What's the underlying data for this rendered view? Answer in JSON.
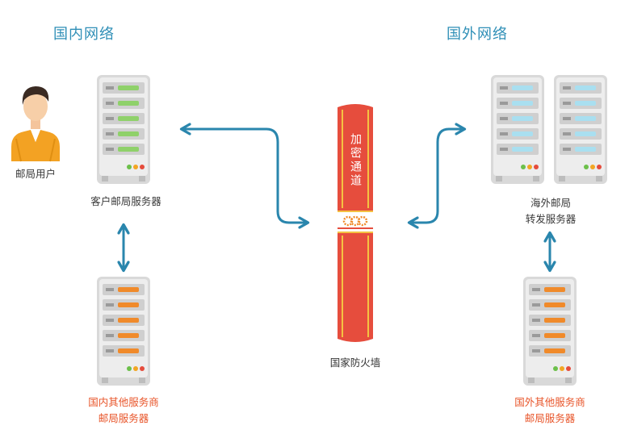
{
  "sections": {
    "domestic_title": "国内网络",
    "foreign_title": "国外网络"
  },
  "nodes": {
    "user_label": "邮局用户",
    "client_server_label": "客户邮局服务器",
    "domestic_other_line1": "国内其他服务商",
    "domestic_other_line2": "邮局服务器",
    "overseas_relay_line1": "海外邮局",
    "overseas_relay_line2": "转发服务器",
    "foreign_other_line1": "国外其他服务商",
    "foreign_other_line2": "邮局服务器",
    "firewall_label": "国家防火墙",
    "tunnel_label": "加密通道"
  },
  "colors": {
    "title": "#2f8fb7",
    "arrow": "#2a86ad",
    "server_body": "#e4e4e4",
    "bar_green": "#8fd16a",
    "bar_orange": "#f08a2a",
    "bar_cyan": "#a9dff0",
    "firewall_red": "#e64d3d",
    "firewall_stripe": "#f5c242",
    "label_orange": "#e8552a"
  }
}
